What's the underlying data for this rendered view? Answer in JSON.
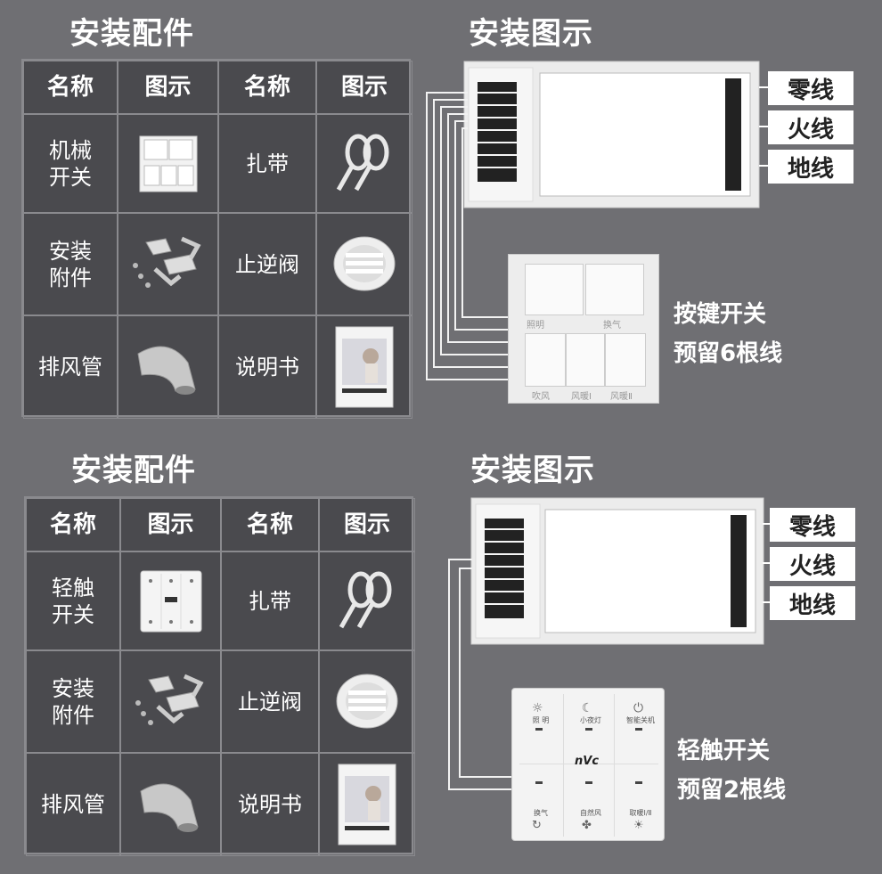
{
  "sections": [
    {
      "title_parts": "安装配件",
      "diagram_title": "安装图示",
      "table": {
        "headers": [
          "名称",
          "图示",
          "名称",
          "图示"
        ],
        "rows": [
          {
            "left": "机械\n开关",
            "left_icon": "mechanical-switch-icon",
            "right": "扎带",
            "right_icon": "cable-tie-icon"
          },
          {
            "left": "安装\n附件",
            "left_icon": "mounting-bracket-icon",
            "right": "止逆阀",
            "right_icon": "check-valve-icon"
          },
          {
            "left": "排风管",
            "left_icon": "exhaust-duct-icon",
            "right": "说明书",
            "right_icon": "manual-booklet-icon"
          }
        ]
      },
      "wire_labels": [
        "零线",
        "火线",
        "地线"
      ],
      "switch_caption": [
        "按键开关",
        "预留6根线"
      ],
      "switch_keys": [
        "照明",
        "换气",
        "吹风",
        "风暖Ⅰ",
        "风暖Ⅱ"
      ]
    },
    {
      "title_parts": "安装配件",
      "diagram_title": "安装图示",
      "table": {
        "headers": [
          "名称",
          "图示",
          "名称",
          "图示"
        ],
        "rows": [
          {
            "left": "轻触\n开关",
            "left_icon": "touch-switch-icon",
            "right": "扎带",
            "right_icon": "cable-tie-icon"
          },
          {
            "left": "安装\n附件",
            "left_icon": "mounting-bracket-icon",
            "right": "止逆阀",
            "right_icon": "check-valve-icon"
          },
          {
            "left": "排风管",
            "left_icon": "exhaust-duct-icon",
            "right": "说明书",
            "right_icon": "manual-booklet-icon"
          }
        ]
      },
      "wire_labels": [
        "零线",
        "火线",
        "地线"
      ],
      "switch_caption": [
        "轻触开关",
        "预留2根线"
      ],
      "touch_keys": [
        "照 明",
        "小夜灯",
        "智能关机",
        "换气",
        "自然风",
        "取暖Ⅰ/Ⅱ"
      ],
      "brand": "nVc"
    }
  ],
  "colors": {
    "background": "#6f6f73",
    "table_bg": "#4a4a4e",
    "border": "#8a8a8e",
    "label_bg": "#ffffff"
  }
}
